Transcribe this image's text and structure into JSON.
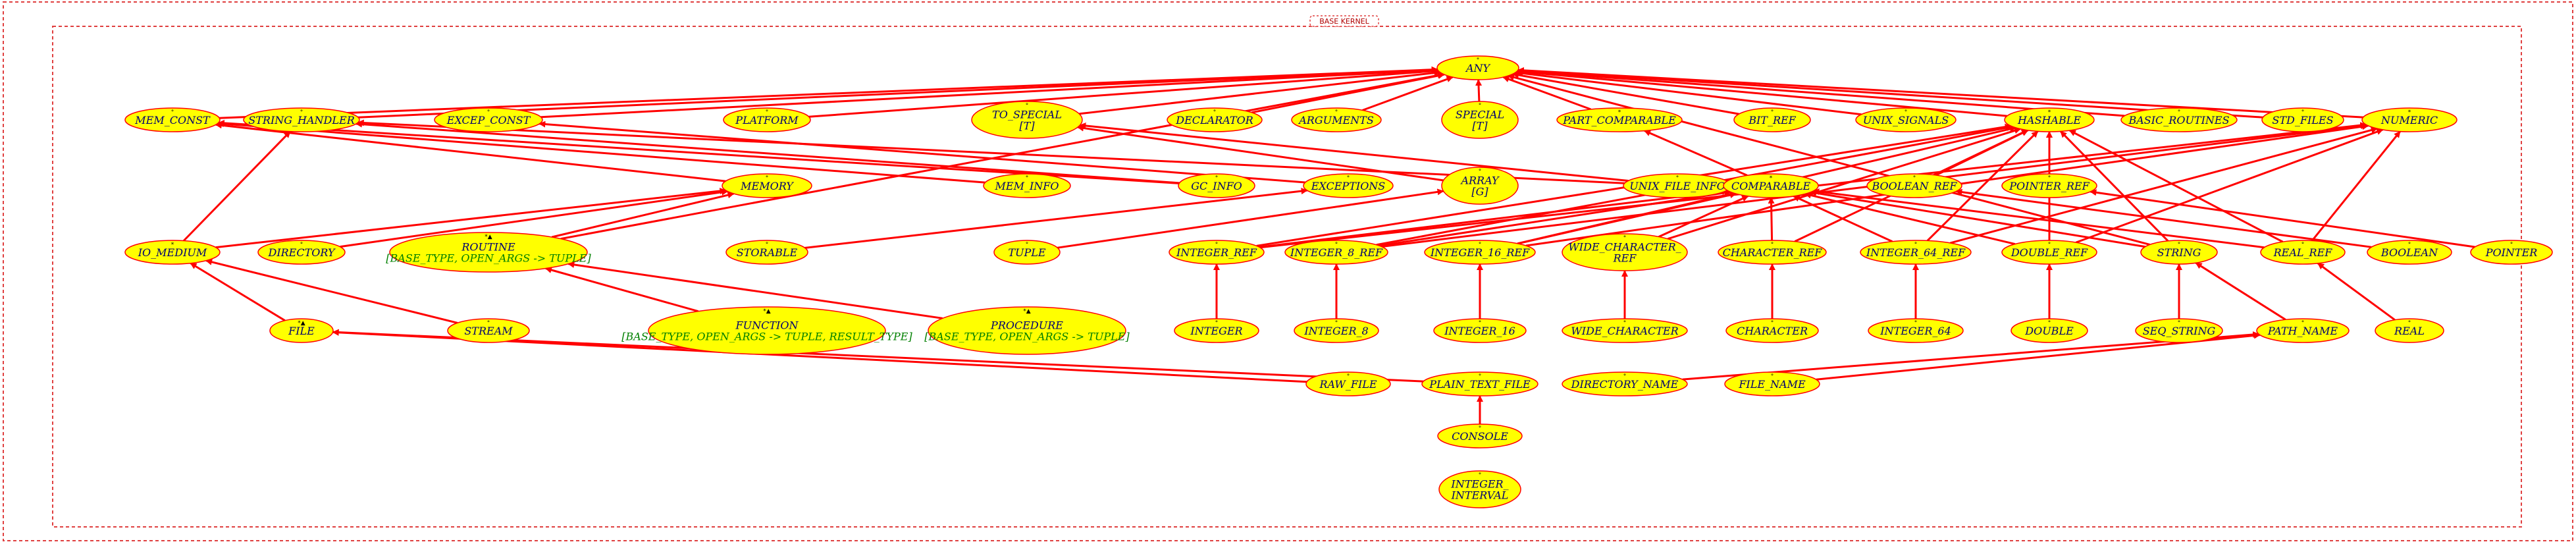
{
  "colors": {
    "node_fill": "#ffff00",
    "node_stroke": "#ff0000",
    "edge": "#ff0000",
    "cluster": "#e04040",
    "text": "#000070",
    "generic_text": "#008000"
  },
  "cluster": {
    "label": "BASE KERNEL"
  },
  "nodes": [
    {
      "id": "ANY",
      "lines": [
        "ANY"
      ],
      "mark": "°"
    },
    {
      "id": "MEM_CONST",
      "lines": [
        "MEM_CONST"
      ],
      "mark": "°"
    },
    {
      "id": "STRING_HANDLER",
      "lines": [
        "STRING_HANDLER"
      ],
      "mark": "°"
    },
    {
      "id": "EXCEP_CONST",
      "lines": [
        "EXCEP_CONST"
      ],
      "mark": "°"
    },
    {
      "id": "PLATFORM",
      "lines": [
        "PLATFORM"
      ],
      "mark": "°"
    },
    {
      "id": "TO_SPECIAL",
      "lines": [
        "TO_SPECIAL",
        "[T]"
      ],
      "mark": "°"
    },
    {
      "id": "DECLARATOR",
      "lines": [
        "DECLARATOR"
      ],
      "mark": "°"
    },
    {
      "id": "ARGUMENTS",
      "lines": [
        "ARGUMENTS"
      ],
      "mark": "°"
    },
    {
      "id": "SPECIAL",
      "lines": [
        "SPECIAL",
        "[T]"
      ],
      "mark": "°"
    },
    {
      "id": "PART_COMPARABLE",
      "lines": [
        "PART_COMPARABLE"
      ],
      "mark": "*"
    },
    {
      "id": "BIT_REF",
      "lines": [
        "BIT_REF"
      ],
      "mark": "°"
    },
    {
      "id": "UNIX_SIGNALS",
      "lines": [
        "UNIX_SIGNALS"
      ],
      "mark": "°"
    },
    {
      "id": "HASHABLE",
      "lines": [
        "HASHABLE"
      ],
      "mark": "*"
    },
    {
      "id": "BASIC_ROUTINES",
      "lines": [
        "BASIC_ROUTINES"
      ],
      "mark": "°"
    },
    {
      "id": "STD_FILES",
      "lines": [
        "STD_FILES"
      ],
      "mark": "°"
    },
    {
      "id": "NUMERIC",
      "lines": [
        "NUMERIC"
      ],
      "mark": "*"
    },
    {
      "id": "MEMORY",
      "lines": [
        "MEMORY"
      ],
      "mark": "°"
    },
    {
      "id": "MEM_INFO",
      "lines": [
        "MEM_INFO"
      ],
      "mark": "°"
    },
    {
      "id": "GC_INFO",
      "lines": [
        "GC_INFO"
      ],
      "mark": "°"
    },
    {
      "id": "EXCEPTIONS",
      "lines": [
        "EXCEPTIONS"
      ],
      "mark": "°"
    },
    {
      "id": "ARRAY",
      "lines": [
        "ARRAY",
        "[G]"
      ],
      "mark": "°"
    },
    {
      "id": "UNIX_FILE_INFO",
      "lines": [
        "UNIX_FILE_INFO"
      ],
      "mark": "°"
    },
    {
      "id": "COMPARABLE",
      "lines": [
        "COMPARABLE"
      ],
      "mark": "*"
    },
    {
      "id": "BOOLEAN_REF",
      "lines": [
        "BOOLEAN_REF"
      ],
      "mark": "°"
    },
    {
      "id": "POINTER_REF",
      "lines": [
        "POINTER_REF"
      ],
      "mark": "°"
    },
    {
      "id": "IO_MEDIUM",
      "lines": [
        "IO_MEDIUM"
      ],
      "mark": "*"
    },
    {
      "id": "DIRECTORY",
      "lines": [
        "DIRECTORY"
      ],
      "mark": "°"
    },
    {
      "id": "ROUTINE",
      "lines": [
        "ROUTINE",
        "[BASE_TYPE, OPEN_ARGS -> TUPLE]"
      ],
      "mark": "*▲",
      "generic": true
    },
    {
      "id": "STORABLE",
      "lines": [
        "STORABLE"
      ],
      "mark": "°"
    },
    {
      "id": "TUPLE",
      "lines": [
        "TUPLE"
      ],
      "mark": "°"
    },
    {
      "id": "INTEGER_REF",
      "lines": [
        "INTEGER_REF"
      ],
      "mark": "°"
    },
    {
      "id": "INTEGER_8_REF",
      "lines": [
        "INTEGER_8_REF"
      ],
      "mark": "°"
    },
    {
      "id": "INTEGER_16_REF",
      "lines": [
        "INTEGER_16_REF"
      ],
      "mark": "°"
    },
    {
      "id": "WIDE_CHARACTER_REF",
      "lines": [
        "WIDE_CHARACTER_",
        "REF"
      ],
      "mark": "°"
    },
    {
      "id": "CHARACTER_REF",
      "lines": [
        "CHARACTER_REF"
      ],
      "mark": "°"
    },
    {
      "id": "INTEGER_64_REF",
      "lines": [
        "INTEGER_64_REF"
      ],
      "mark": "°"
    },
    {
      "id": "DOUBLE_REF",
      "lines": [
        "DOUBLE_REF"
      ],
      "mark": "°"
    },
    {
      "id": "STRING",
      "lines": [
        "STRING"
      ],
      "mark": "°"
    },
    {
      "id": "REAL_REF",
      "lines": [
        "REAL_REF"
      ],
      "mark": "°"
    },
    {
      "id": "BOOLEAN",
      "lines": [
        "BOOLEAN"
      ],
      "mark": "°"
    },
    {
      "id": "POINTER",
      "lines": [
        "POINTER"
      ],
      "mark": "°"
    },
    {
      "id": "FILE",
      "lines": [
        "FILE"
      ],
      "mark": "*▲"
    },
    {
      "id": "STREAM",
      "lines": [
        "STREAM"
      ],
      "mark": "°"
    },
    {
      "id": "FUNCTION",
      "lines": [
        "FUNCTION",
        "[BASE_TYPE, OPEN_ARGS -> TUPLE, RESULT_TYPE]"
      ],
      "mark": "*▲",
      "generic": true
    },
    {
      "id": "PROCEDURE",
      "lines": [
        "PROCEDURE",
        "[BASE_TYPE, OPEN_ARGS -> TUPLE]"
      ],
      "mark": "*▲",
      "generic": true
    },
    {
      "id": "INTEGER",
      "lines": [
        "INTEGER"
      ],
      "mark": "°"
    },
    {
      "id": "INTEGER_8",
      "lines": [
        "INTEGER_8"
      ],
      "mark": "°"
    },
    {
      "id": "INTEGER_16",
      "lines": [
        "INTEGER_16"
      ],
      "mark": "°"
    },
    {
      "id": "WIDE_CHARACTER",
      "lines": [
        "WIDE_CHARACTER"
      ],
      "mark": "°"
    },
    {
      "id": "CHARACTER",
      "lines": [
        "CHARACTER"
      ],
      "mark": "°"
    },
    {
      "id": "INTEGER_64",
      "lines": [
        "INTEGER_64"
      ],
      "mark": "°"
    },
    {
      "id": "DOUBLE",
      "lines": [
        "DOUBLE"
      ],
      "mark": "°"
    },
    {
      "id": "SEQ_STRING",
      "lines": [
        "SEQ_STRING"
      ],
      "mark": "°"
    },
    {
      "id": "PATH_NAME",
      "lines": [
        "PATH_NAME"
      ],
      "mark": "°"
    },
    {
      "id": "REAL",
      "lines": [
        "REAL"
      ],
      "mark": "°"
    },
    {
      "id": "RAW_FILE",
      "lines": [
        "RAW_FILE"
      ],
      "mark": "°"
    },
    {
      "id": "PLAIN_TEXT_FILE",
      "lines": [
        "PLAIN_TEXT_FILE"
      ],
      "mark": "°"
    },
    {
      "id": "DIRECTORY_NAME",
      "lines": [
        "DIRECTORY_NAME"
      ],
      "mark": "°"
    },
    {
      "id": "FILE_NAME",
      "lines": [
        "FILE_NAME"
      ],
      "mark": "°"
    },
    {
      "id": "CONSOLE",
      "lines": [
        "CONSOLE"
      ],
      "mark": "°"
    },
    {
      "id": "INTEGER_INTERVAL",
      "lines": [
        "INTEGER_",
        "INTERVAL"
      ],
      "mark": "°"
    }
  ],
  "edges": [
    [
      "MEM_CONST",
      "ANY"
    ],
    [
      "STRING_HANDLER",
      "ANY"
    ],
    [
      "EXCEP_CONST",
      "ANY"
    ],
    [
      "PLATFORM",
      "ANY"
    ],
    [
      "TO_SPECIAL",
      "ANY"
    ],
    [
      "DECLARATOR",
      "ANY"
    ],
    [
      "ARGUMENTS",
      "ANY"
    ],
    [
      "SPECIAL",
      "ANY"
    ],
    [
      "PART_COMPARABLE",
      "ANY"
    ],
    [
      "BIT_REF",
      "ANY"
    ],
    [
      "UNIX_SIGNALS",
      "ANY"
    ],
    [
      "HASHABLE",
      "ANY"
    ],
    [
      "BASIC_ROUTINES",
      "ANY"
    ],
    [
      "STD_FILES",
      "ANY"
    ],
    [
      "NUMERIC",
      "ANY"
    ],
    [
      "STRING",
      "ANY"
    ],
    [
      "MEMORY",
      "MEM_CONST"
    ],
    [
      "MEM_INFO",
      "MEM_CONST"
    ],
    [
      "GC_INFO",
      "MEM_CONST"
    ],
    [
      "GC_INFO",
      "STRING_HANDLER"
    ],
    [
      "EXCEPTIONS",
      "EXCEP_CONST"
    ],
    [
      "IO_MEDIUM",
      "STRING_HANDLER"
    ],
    [
      "ARRAY",
      "TO_SPECIAL"
    ],
    [
      "UNIX_FILE_INFO",
      "TO_SPECIAL"
    ],
    [
      "UNIX_FILE_INFO",
      "STRING_HANDLER"
    ],
    [
      "COMPARABLE",
      "PART_COMPARABLE"
    ],
    [
      "BOOLEAN_REF",
      "HASHABLE"
    ],
    [
      "POINTER_REF",
      "HASHABLE"
    ],
    [
      "DIRECTORY",
      "MEMORY"
    ],
    [
      "ROUTINE",
      "MEMORY"
    ],
    [
      "IO_MEDIUM",
      "MEMORY"
    ],
    [
      "ROUTINE",
      "ANY"
    ],
    [
      "STORABLE",
      "EXCEPTIONS"
    ],
    [
      "TUPLE",
      "ARRAY"
    ],
    [
      "INTEGER_REF",
      "COMPARABLE"
    ],
    [
      "INTEGER_REF",
      "HASHABLE"
    ],
    [
      "INTEGER_REF",
      "NUMERIC"
    ],
    [
      "INTEGER_8_REF",
      "COMPARABLE"
    ],
    [
      "INTEGER_8_REF",
      "HASHABLE"
    ],
    [
      "INTEGER_8_REF",
      "NUMERIC"
    ],
    [
      "INTEGER_16_REF",
      "COMPARABLE"
    ],
    [
      "INTEGER_16_REF",
      "HASHABLE"
    ],
    [
      "INTEGER_16_REF",
      "NUMERIC"
    ],
    [
      "WIDE_CHARACTER_REF",
      "COMPARABLE"
    ],
    [
      "WIDE_CHARACTER_REF",
      "HASHABLE"
    ],
    [
      "CHARACTER_REF",
      "COMPARABLE"
    ],
    [
      "CHARACTER_REF",
      "HASHABLE"
    ],
    [
      "INTEGER_64_REF",
      "COMPARABLE"
    ],
    [
      "INTEGER_64_REF",
      "HASHABLE"
    ],
    [
      "INTEGER_64_REF",
      "NUMERIC"
    ],
    [
      "DOUBLE_REF",
      "COMPARABLE"
    ],
    [
      "DOUBLE_REF",
      "HASHABLE"
    ],
    [
      "DOUBLE_REF",
      "NUMERIC"
    ],
    [
      "STRING",
      "COMPARABLE"
    ],
    [
      "STRING",
      "HASHABLE"
    ],
    [
      "REAL_REF",
      "COMPARABLE"
    ],
    [
      "REAL_REF",
      "HASHABLE"
    ],
    [
      "REAL_REF",
      "NUMERIC"
    ],
    [
      "BOOLEAN",
      "BOOLEAN_REF"
    ],
    [
      "POINTER",
      "POINTER_REF"
    ],
    [
      "FILE",
      "IO_MEDIUM"
    ],
    [
      "STREAM",
      "IO_MEDIUM"
    ],
    [
      "FUNCTION",
      "ROUTINE"
    ],
    [
      "PROCEDURE",
      "ROUTINE"
    ],
    [
      "INTEGER",
      "INTEGER_REF"
    ],
    [
      "INTEGER_8",
      "INTEGER_8_REF"
    ],
    [
      "INTEGER_16",
      "INTEGER_16_REF"
    ],
    [
      "WIDE_CHARACTER",
      "WIDE_CHARACTER_REF"
    ],
    [
      "CHARACTER",
      "CHARACTER_REF"
    ],
    [
      "INTEGER_64",
      "INTEGER_64_REF"
    ],
    [
      "DOUBLE",
      "DOUBLE_REF"
    ],
    [
      "SEQ_STRING",
      "STRING"
    ],
    [
      "PATH_NAME",
      "STRING"
    ],
    [
      "REAL",
      "REAL_REF"
    ],
    [
      "RAW_FILE",
      "FILE"
    ],
    [
      "PLAIN_TEXT_FILE",
      "FILE"
    ],
    [
      "DIRECTORY_NAME",
      "PATH_NAME"
    ],
    [
      "FILE_NAME",
      "PATH_NAME"
    ],
    [
      "CONSOLE",
      "PLAIN_TEXT_FILE"
    ]
  ]
}
